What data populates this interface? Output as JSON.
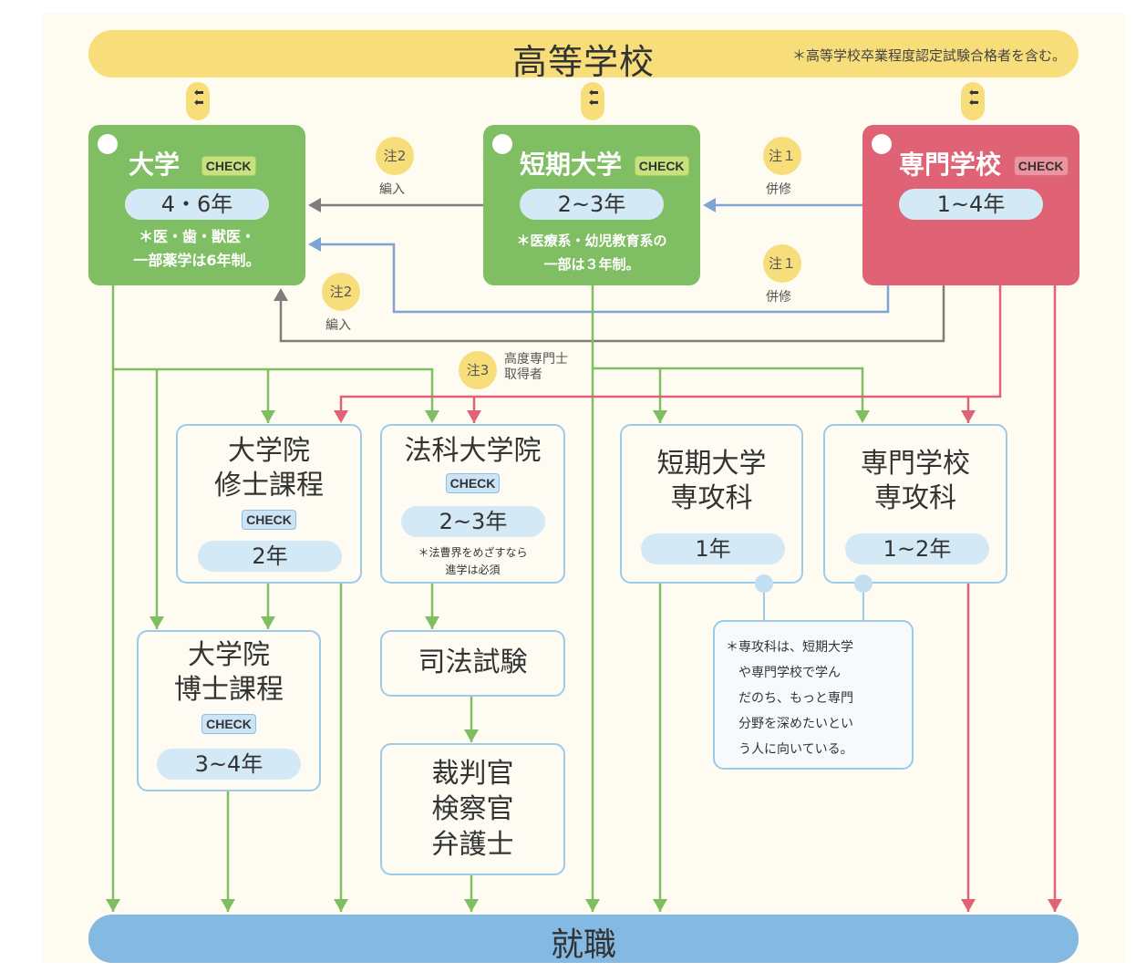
{
  "top": {
    "title": "高等学校",
    "note": "＊高等学校卒業程度認定試験合格者を含む。",
    "arrow_glyph": "⬇⬇"
  },
  "bottom": {
    "title": "就職"
  },
  "schools": {
    "university": {
      "name": "大学",
      "check": "CHECK",
      "years": "4・6年",
      "note_line1": "＊医・歯・獣医・",
      "note_line2": "一部薬学は6年制。"
    },
    "junior_college": {
      "name": "短期大学",
      "check": "CHECK",
      "years": "2~3年",
      "note_line1": "＊医療系・幼児教育系の",
      "note_line2": "一部は３年制。"
    },
    "vocational": {
      "name": "専門学校",
      "check": "CHECK",
      "years": "1~4年"
    }
  },
  "notes": {
    "n2_top": {
      "badge": "注2",
      "label": "編入"
    },
    "n1_top": {
      "badge": "注１",
      "label": "併修"
    },
    "n1_mid": {
      "badge": "注１",
      "label": "併修"
    },
    "n2_mid": {
      "badge": "注2",
      "label": "編入"
    },
    "n3": {
      "badge": "注3",
      "label_line1": "高度専門士",
      "label_line2": "取得者"
    }
  },
  "grad": {
    "masters": {
      "line1": "大学院",
      "line2": "修士課程",
      "check": "CHECK",
      "years": "2年"
    },
    "law_school": {
      "line1": "法科大学院",
      "check": "CHECK",
      "years": "2~3年",
      "note_line1": "＊法曹界をめざすなら",
      "note_line2": "進学は必須"
    },
    "jc_advanced": {
      "line1": "短期大学",
      "line2": "専攻科",
      "years": "1年"
    },
    "voc_advanced": {
      "line1": "専門学校",
      "line2": "専攻科",
      "years": "1~2年"
    },
    "doctoral": {
      "line1": "大学院",
      "line2": "博士課程",
      "check": "CHECK",
      "years": "3~4年"
    },
    "bar_exam": {
      "line1": "司法試験"
    },
    "legal_professions": {
      "line1": "裁判官",
      "line2": "検察官",
      "line3": "弁護士"
    },
    "advanced_note": {
      "lines": [
        "＊専攻科は、短期大学",
        "や専門学校で学ん",
        "だのち、もっと専門",
        "分野を深めたいとい",
        "う人に向いている。"
      ]
    }
  },
  "colors": {
    "high_school": "#f7de7b",
    "employment": "#84b9e4",
    "green_route": "#7fbe62",
    "red_route": "#e06375",
    "gray_route": "#7d7d7d",
    "blue_route": "#7fa3d4",
    "box_border": "#9ccbea"
  }
}
